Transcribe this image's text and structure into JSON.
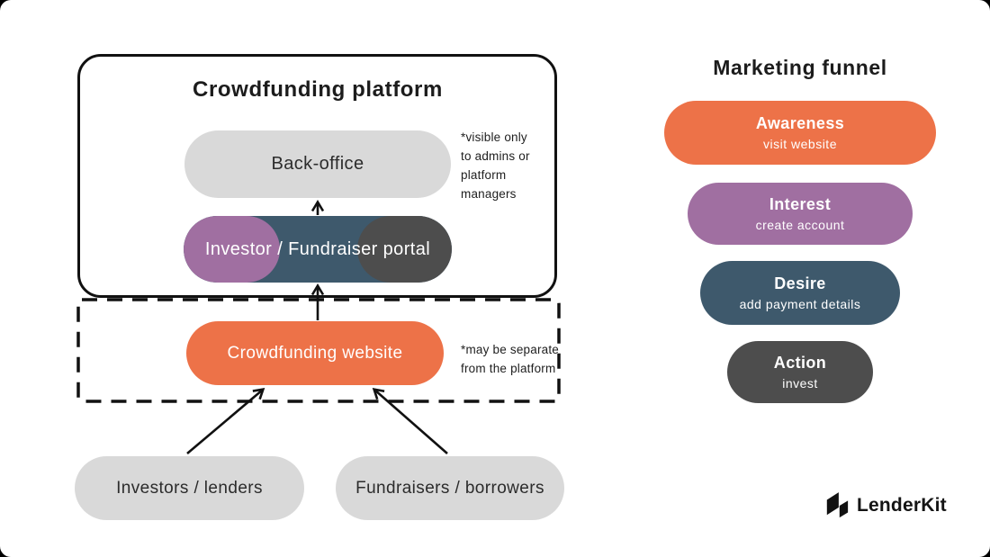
{
  "platform_box": {
    "title": "Crowdfunding platform",
    "back_office": {
      "label": "Back-office",
      "bg": "#d9d9d9"
    },
    "portal": {
      "label": "Investor / Fundraiser portal",
      "bg": "#3e596c",
      "left_accent": "#a06fa1",
      "right_accent": "#4d4d4d"
    },
    "note_lines": [
      "*visible only",
      "to admins or",
      "platform",
      "managers"
    ]
  },
  "website_box": {
    "website": {
      "label": "Crowdfunding website",
      "bg": "#ed7248"
    },
    "note_lines": [
      "*may be separate",
      "from the platform"
    ]
  },
  "actors": [
    {
      "label": "Investors / lenders"
    },
    {
      "label": "Fundraisers / borrowers"
    }
  ],
  "funnel": {
    "title": "Marketing funnel",
    "stages": [
      {
        "name": "Awareness",
        "action": "visit website",
        "color": "#ed7248"
      },
      {
        "name": "Interest",
        "action": "create account",
        "color": "#a06fa1"
      },
      {
        "name": "Desire",
        "action": "add payment details",
        "color": "#3e596c"
      },
      {
        "name": "Action",
        "action": "invest",
        "color": "#4d4d4d"
      }
    ]
  },
  "brand": {
    "name": "LenderKit"
  }
}
